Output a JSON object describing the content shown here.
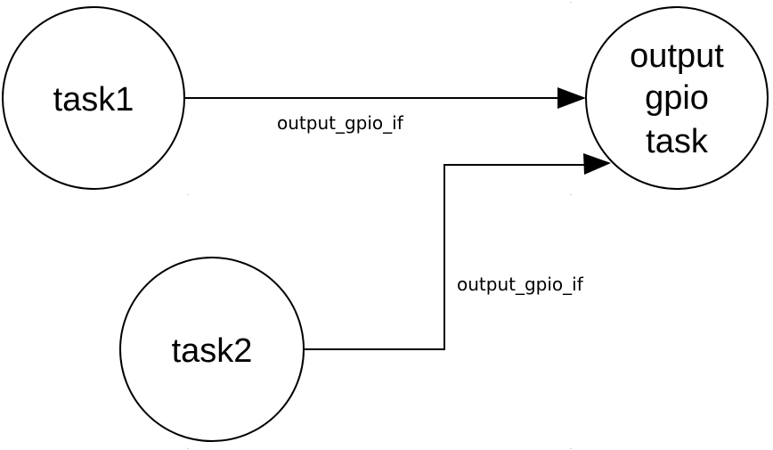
{
  "nodes": {
    "task1": {
      "label": "task1"
    },
    "task2": {
      "label": "task2"
    },
    "output": {
      "label_lines": [
        "output",
        "gpio",
        "task"
      ]
    }
  },
  "edges": {
    "task1_to_output": {
      "label": "output_gpio_if"
    },
    "task2_to_output": {
      "label": "output_gpio_if"
    }
  }
}
